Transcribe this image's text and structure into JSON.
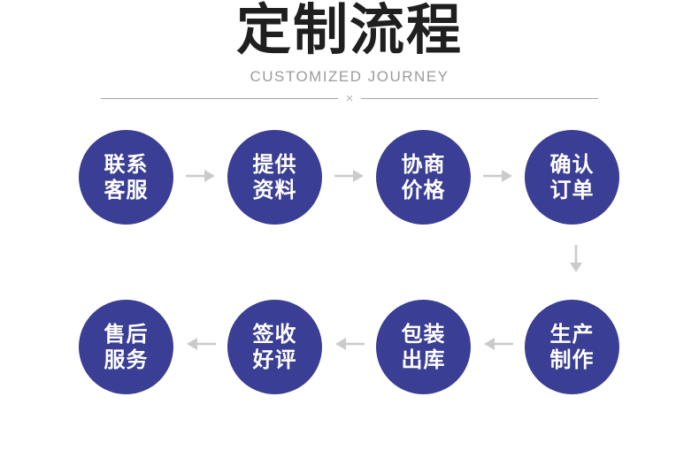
{
  "header": {
    "title": "定制流程",
    "subtitle": "CUSTOMIZED JOURNEY",
    "divider_mark": "×"
  },
  "flow": {
    "top_row": [
      {
        "line1": "联系",
        "line2": "客服"
      },
      {
        "line1": "提供",
        "line2": "资料"
      },
      {
        "line1": "协商",
        "line2": "价格"
      },
      {
        "line1": "确认",
        "line2": "订单"
      }
    ],
    "bottom_row": [
      {
        "line1": "售后",
        "line2": "服务"
      },
      {
        "line1": "签收",
        "line2": "好评"
      },
      {
        "line1": "包装",
        "line2": "出库"
      },
      {
        "line1": "生产",
        "line2": "制作"
      }
    ],
    "top_arrow_direction": "right",
    "connector_direction": "down",
    "bottom_arrow_direction": "left"
  },
  "icons": {
    "right_arrow": "→",
    "down_arrow": "↓",
    "left_arrow": "←",
    "divider_mark": "×"
  },
  "colors": {
    "circle": "#3a3e94",
    "arrow": "#cbcbcb",
    "title": "#1f1f1f",
    "subtitle": "#9b9b9b",
    "divider": "#a6a6a6",
    "xmark": "#b5b5b5",
    "circle_text": "#ffffff"
  }
}
